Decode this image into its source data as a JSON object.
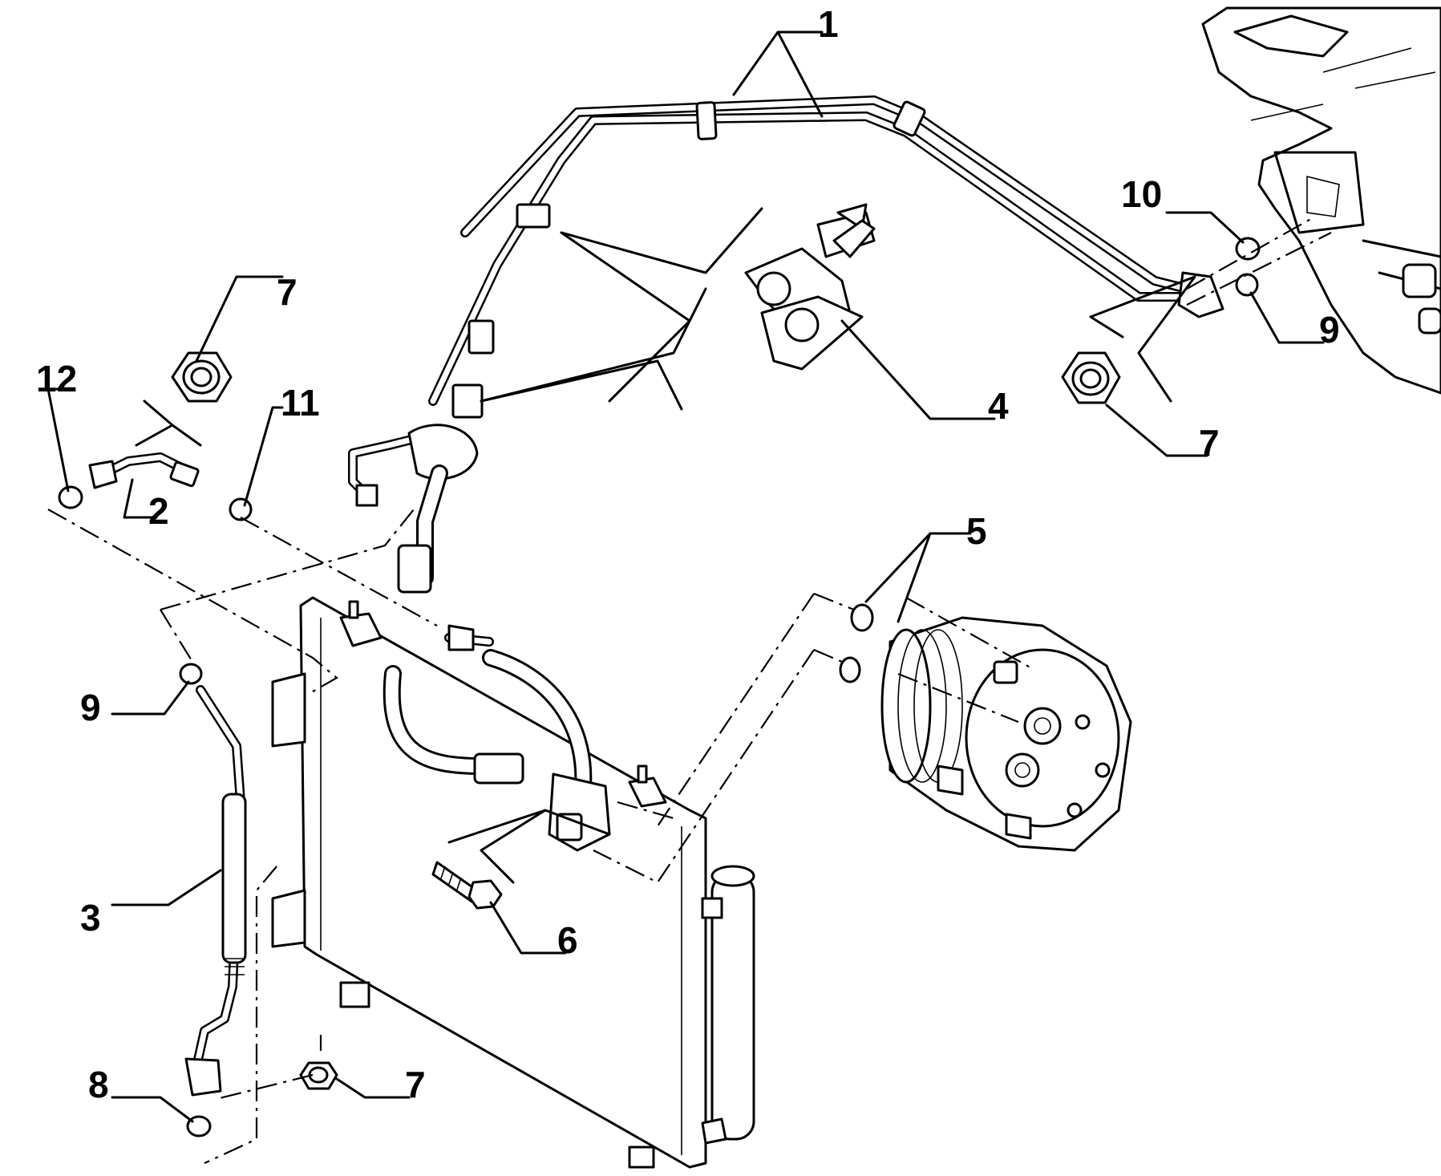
{
  "diagram": {
    "callouts": {
      "c1": "1",
      "c2": "2",
      "c3": "3",
      "c4": "4",
      "c5": "5",
      "c6": "6",
      "c7a": "7",
      "c7b": "7",
      "c7c": "7",
      "c8": "8",
      "c9a": "9",
      "c9b": "9",
      "c10": "10",
      "c11": "11",
      "c12": "12"
    }
  }
}
